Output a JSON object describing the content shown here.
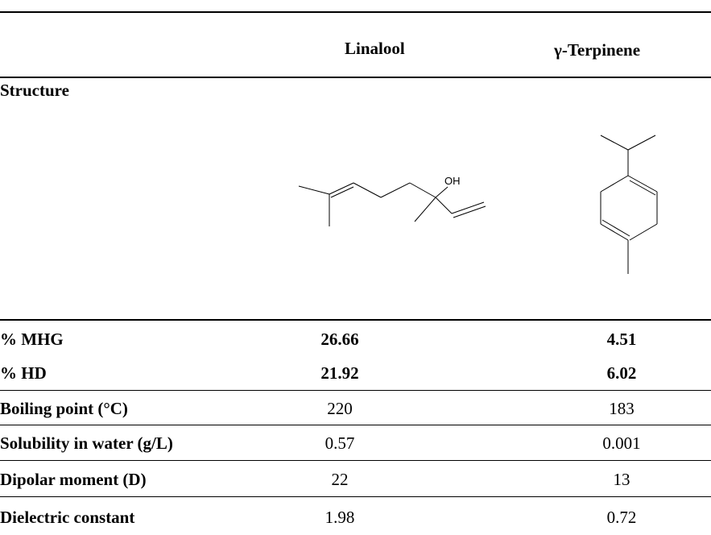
{
  "table": {
    "columns": [
      "",
      "Linalool",
      "γ-Terpinene"
    ],
    "structure_label": "Structure",
    "structures": {
      "linalool": {
        "oh_label": "OH"
      }
    },
    "rows": [
      {
        "label": "% MHG",
        "linalool": "26.66",
        "terpinene": "4.51",
        "bold": true
      },
      {
        "label": "% HD",
        "linalool": "21.92",
        "terpinene": "6.02",
        "bold": true
      },
      {
        "label": "Boiling point (°C)",
        "linalool": "220",
        "terpinene": "183",
        "bold": false
      },
      {
        "label": "Solubility in water (g/L)",
        "linalool": "0.57",
        "terpinene": "0.001",
        "bold": false
      },
      {
        "label": "Dipolar moment (D)",
        "linalool": "22",
        "terpinene": "13",
        "bold": false
      },
      {
        "label": "Dielectric constant",
        "linalool": "1.98",
        "terpinene": "0.72",
        "bold": false
      }
    ]
  }
}
